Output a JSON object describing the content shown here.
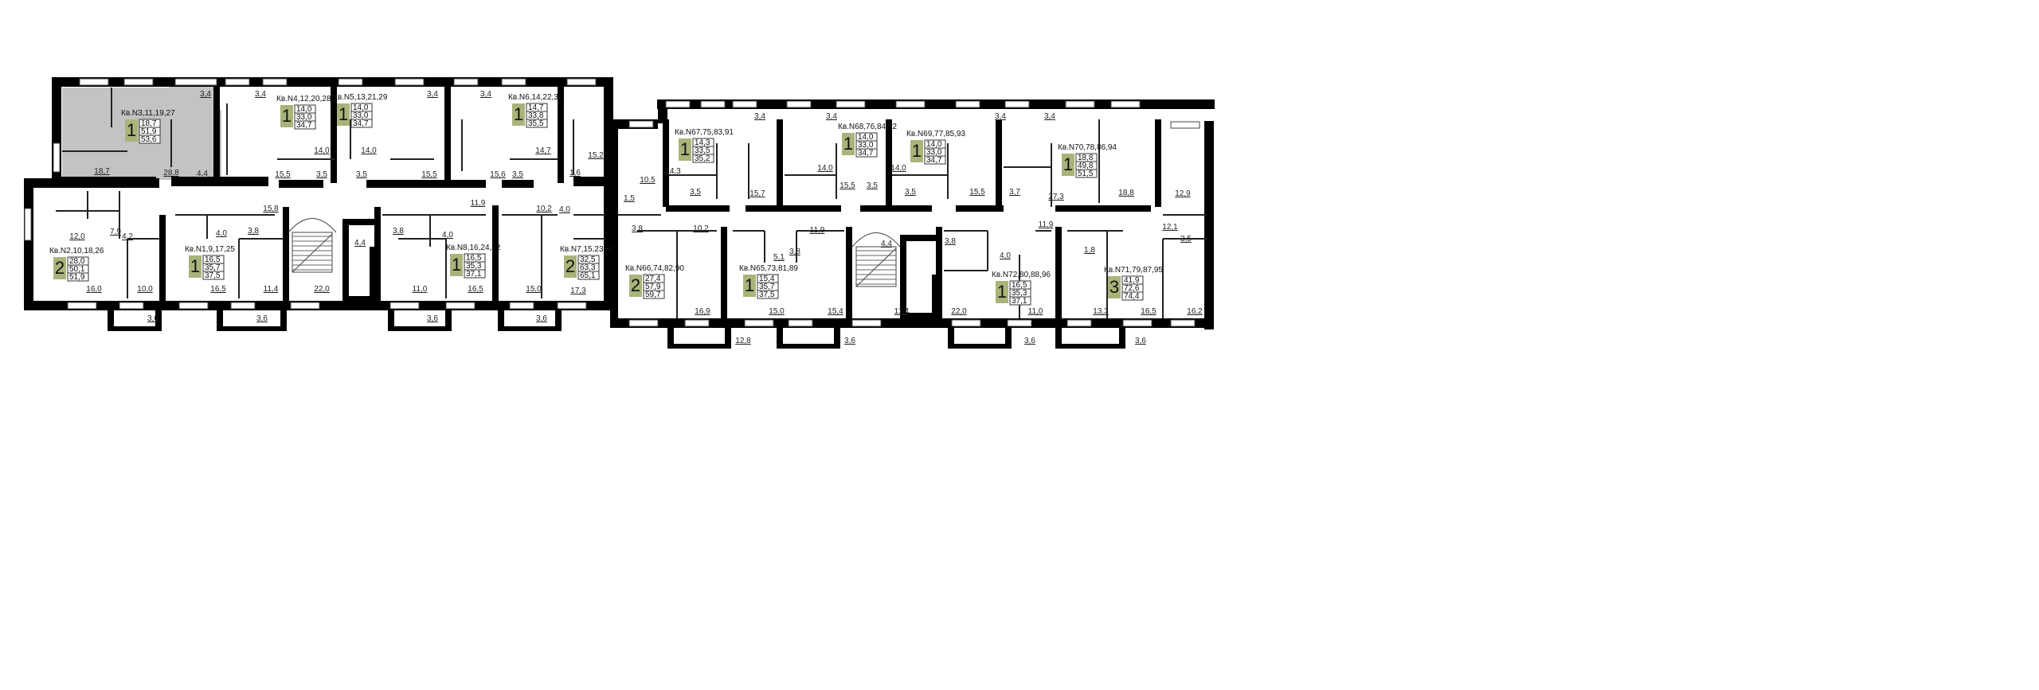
{
  "colors": {
    "wall": "#000000",
    "partition": "#222222",
    "room_badge": "#a8b47a",
    "highlight_apartment": "#c3c3c3",
    "background": "#ffffff"
  },
  "apartments": [
    {
      "id": "a3",
      "name": "Кв.N3,11,19,27",
      "rooms": "1",
      "areas": [
        "18,7",
        "51,9",
        "53,6"
      ],
      "highlighted": true
    },
    {
      "id": "a4",
      "name": "Кв.N4,12,20,28",
      "rooms": "1",
      "areas": [
        "14,0",
        "33,0",
        "34,7"
      ],
      "highlighted": false
    },
    {
      "id": "a5",
      "name": "Кв.N5,13,21,29",
      "rooms": "1",
      "areas": [
        "14,0",
        "33,0",
        "34,7"
      ],
      "highlighted": false
    },
    {
      "id": "a6",
      "name": "Кв.N6,14,22,30",
      "rooms": "1",
      "areas": [
        "14,7",
        "33,8",
        "35,5"
      ],
      "highlighted": false
    },
    {
      "id": "a2",
      "name": "Кв.N2,10,18,26",
      "rooms": "2",
      "areas": [
        "28,0",
        "50,1",
        "51,9"
      ],
      "highlighted": false
    },
    {
      "id": "a1",
      "name": "Кв.N1,9,17,25",
      "rooms": "1",
      "areas": [
        "16,5",
        "35,7",
        "37,5"
      ],
      "highlighted": false
    },
    {
      "id": "a8",
      "name": "Кв.N8,16,24,32",
      "rooms": "1",
      "areas": [
        "16,5",
        "35,3",
        "37,1"
      ],
      "highlighted": false
    },
    {
      "id": "a7",
      "name": "Кв.N7,15,23,31",
      "rooms": "2",
      "areas": [
        "32,5",
        "63,3",
        "65,1"
      ],
      "highlighted": false
    },
    {
      "id": "a67",
      "name": "Кв.N67,75,83,91",
      "rooms": "1",
      "areas": [
        "14,3",
        "33,5",
        "35,2"
      ],
      "highlighted": false
    },
    {
      "id": "a68",
      "name": "Кв.N68,76,84,92",
      "rooms": "1",
      "areas": [
        "14,0",
        "33,0",
        "34,7"
      ],
      "highlighted": false
    },
    {
      "id": "a69",
      "name": "Кв.N69,77,85,93",
      "rooms": "1",
      "areas": [
        "14,0",
        "33,0",
        "34,7"
      ],
      "highlighted": false
    },
    {
      "id": "a70",
      "name": "Кв.N70,78,86,94",
      "rooms": "1",
      "areas": [
        "18,8",
        "49,8",
        "51,5"
      ],
      "highlighted": false
    },
    {
      "id": "a66",
      "name": "Кв.N66,74,82,90",
      "rooms": "2",
      "areas": [
        "27,4",
        "57,9",
        "59,7"
      ],
      "highlighted": false
    },
    {
      "id": "a65",
      "name": "Кв.N65,73,81,89",
      "rooms": "1",
      "areas": [
        "15,4",
        "35,7",
        "37,5"
      ],
      "highlighted": false
    },
    {
      "id": "a72",
      "name": "Кв.N72,80,88,96",
      "rooms": "1",
      "areas": [
        "16,5",
        "35,3",
        "37,1"
      ],
      "highlighted": false
    },
    {
      "id": "a71",
      "name": "Кв.N71,79,87,95",
      "rooms": "3",
      "areas": [
        "41,9",
        "72,6",
        "74,4"
      ],
      "highlighted": false
    }
  ],
  "room_labels": [
    {
      "id": "l1",
      "text": "3,4"
    },
    {
      "id": "l2",
      "text": "18,7"
    },
    {
      "id": "l3",
      "text": "28,8"
    },
    {
      "id": "l4",
      "text": "4,4"
    },
    {
      "id": "l5",
      "text": "3,4"
    },
    {
      "id": "l6",
      "text": "14,0"
    },
    {
      "id": "l7",
      "text": "15,5"
    },
    {
      "id": "l8",
      "text": "3,5"
    },
    {
      "id": "l9",
      "text": "14,0"
    },
    {
      "id": "l10",
      "text": "3,5"
    },
    {
      "id": "l11",
      "text": "15,5"
    },
    {
      "id": "l12",
      "text": "3,4"
    },
    {
      "id": "l13",
      "text": "3,4"
    },
    {
      "id": "l14",
      "text": "14,7"
    },
    {
      "id": "l15",
      "text": "15,6"
    },
    {
      "id": "l16",
      "text": "3,5"
    },
    {
      "id": "l17",
      "text": "15,2"
    },
    {
      "id": "l18",
      "text": "1,6"
    },
    {
      "id": "l19",
      "text": "15,8"
    },
    {
      "id": "l20",
      "text": "11,9"
    },
    {
      "id": "l21",
      "text": "4,0"
    },
    {
      "id": "l22",
      "text": "10,2"
    },
    {
      "id": "l23",
      "text": "12,0"
    },
    {
      "id": "l24",
      "text": "7,9"
    },
    {
      "id": "l25",
      "text": "4,2"
    },
    {
      "id": "l26",
      "text": "4,0"
    },
    {
      "id": "l27",
      "text": "3,8"
    },
    {
      "id": "l28",
      "text": "4,4"
    },
    {
      "id": "l29",
      "text": "3,8"
    },
    {
      "id": "l30",
      "text": "4,0"
    },
    {
      "id": "l31",
      "text": "16,0"
    },
    {
      "id": "l32",
      "text": "10,0"
    },
    {
      "id": "l33",
      "text": "16,5"
    },
    {
      "id": "l34",
      "text": "11,4"
    },
    {
      "id": "l35",
      "text": "22,0"
    },
    {
      "id": "l36",
      "text": "11,0"
    },
    {
      "id": "l37",
      "text": "16,5"
    },
    {
      "id": "l38",
      "text": "15,0"
    },
    {
      "id": "l39",
      "text": "17,3"
    },
    {
      "id": "l40",
      "text": "3,6"
    },
    {
      "id": "l41",
      "text": "3,6"
    },
    {
      "id": "l42",
      "text": "3,6"
    },
    {
      "id": "l43",
      "text": "3,6"
    },
    {
      "id": "l44",
      "text": "3,4"
    },
    {
      "id": "l45",
      "text": "3,4"
    },
    {
      "id": "l46",
      "text": "3,4"
    },
    {
      "id": "l47",
      "text": "3,4"
    },
    {
      "id": "l48",
      "text": "10,5"
    },
    {
      "id": "l49",
      "text": "14,3"
    },
    {
      "id": "l50",
      "text": "3,5"
    },
    {
      "id": "l51",
      "text": "15,7"
    },
    {
      "id": "l52",
      "text": "14,0"
    },
    {
      "id": "l53",
      "text": "15,5"
    },
    {
      "id": "l54",
      "text": "3,5"
    },
    {
      "id": "l55",
      "text": "14,0"
    },
    {
      "id": "l56",
      "text": "3,5"
    },
    {
      "id": "l57",
      "text": "15,5"
    },
    {
      "id": "l58",
      "text": "3,7"
    },
    {
      "id": "l59",
      "text": "27,3"
    },
    {
      "id": "l60",
      "text": "18,8"
    },
    {
      "id": "l61",
      "text": "12,9"
    },
    {
      "id": "l62",
      "text": "1,5"
    },
    {
      "id": "l63",
      "text": "3,8"
    },
    {
      "id": "l64",
      "text": "10,2"
    },
    {
      "id": "l65",
      "text": "11,9"
    },
    {
      "id": "l66",
      "text": "5,1"
    },
    {
      "id": "l67",
      "text": "3,8"
    },
    {
      "id": "l68",
      "text": "4,4"
    },
    {
      "id": "l69",
      "text": "3,8"
    },
    {
      "id": "l70",
      "text": "4,0"
    },
    {
      "id": "l71",
      "text": "11,9"
    },
    {
      "id": "l72",
      "text": "12,1"
    },
    {
      "id": "l73",
      "text": "1,8"
    },
    {
      "id": "l74",
      "text": "3,5"
    },
    {
      "id": "l75",
      "text": "16,9"
    },
    {
      "id": "l76",
      "text": "15,0"
    },
    {
      "id": "l77",
      "text": "15,4"
    },
    {
      "id": "l78",
      "text": "11,4"
    },
    {
      "id": "l79",
      "text": "22,0"
    },
    {
      "id": "l80",
      "text": "11,0"
    },
    {
      "id": "l81",
      "text": "16,5"
    },
    {
      "id": "l82",
      "text": "13,3"
    },
    {
      "id": "l83",
      "text": "16,2"
    },
    {
      "id": "l84",
      "text": "12,8"
    },
    {
      "id": "l85",
      "text": "3,6"
    },
    {
      "id": "l86",
      "text": "3,6"
    },
    {
      "id": "l87",
      "text": "3,6"
    },
    {
      "id": "l88",
      "text": "3,6"
    }
  ]
}
